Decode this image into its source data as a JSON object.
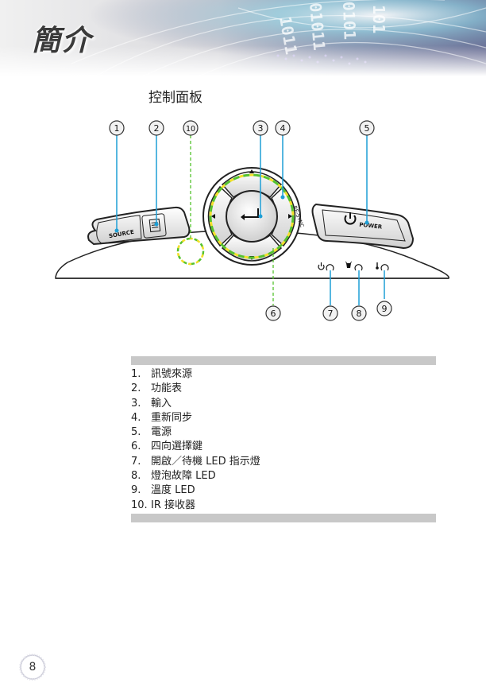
{
  "header": {
    "chapter_title": "簡介"
  },
  "section_title": "控制面板",
  "panel": {
    "source_label": "SOURCE",
    "power_label": "POWER",
    "resync_label": "RE-SYNC"
  },
  "callouts": [
    "1",
    "2",
    "10",
    "3",
    "4",
    "5",
    "6",
    "7",
    "8",
    "9"
  ],
  "legend": [
    {
      "num": "1.",
      "text": "訊號來源"
    },
    {
      "num": "2.",
      "text": "功能表"
    },
    {
      "num": "3.",
      "text": "輸入"
    },
    {
      "num": "4.",
      "text": "重新同步"
    },
    {
      "num": "5.",
      "text": "電源"
    },
    {
      "num": "6.",
      "text": "四向選擇鍵"
    },
    {
      "num": "7.",
      "text": "開啟／待機 LED 指示燈"
    },
    {
      "num": "8.",
      "text": "燈泡故障 LED"
    },
    {
      "num": "9.",
      "text": "溫度 LED"
    },
    {
      "num": "10.",
      "text": "IR 接收器"
    }
  ],
  "footer": {
    "page_number": "8"
  },
  "colors": {
    "callout_line": "#1e9fd6",
    "dash_green": "#55c22e",
    "dash_yellow": "#f4e02a"
  }
}
